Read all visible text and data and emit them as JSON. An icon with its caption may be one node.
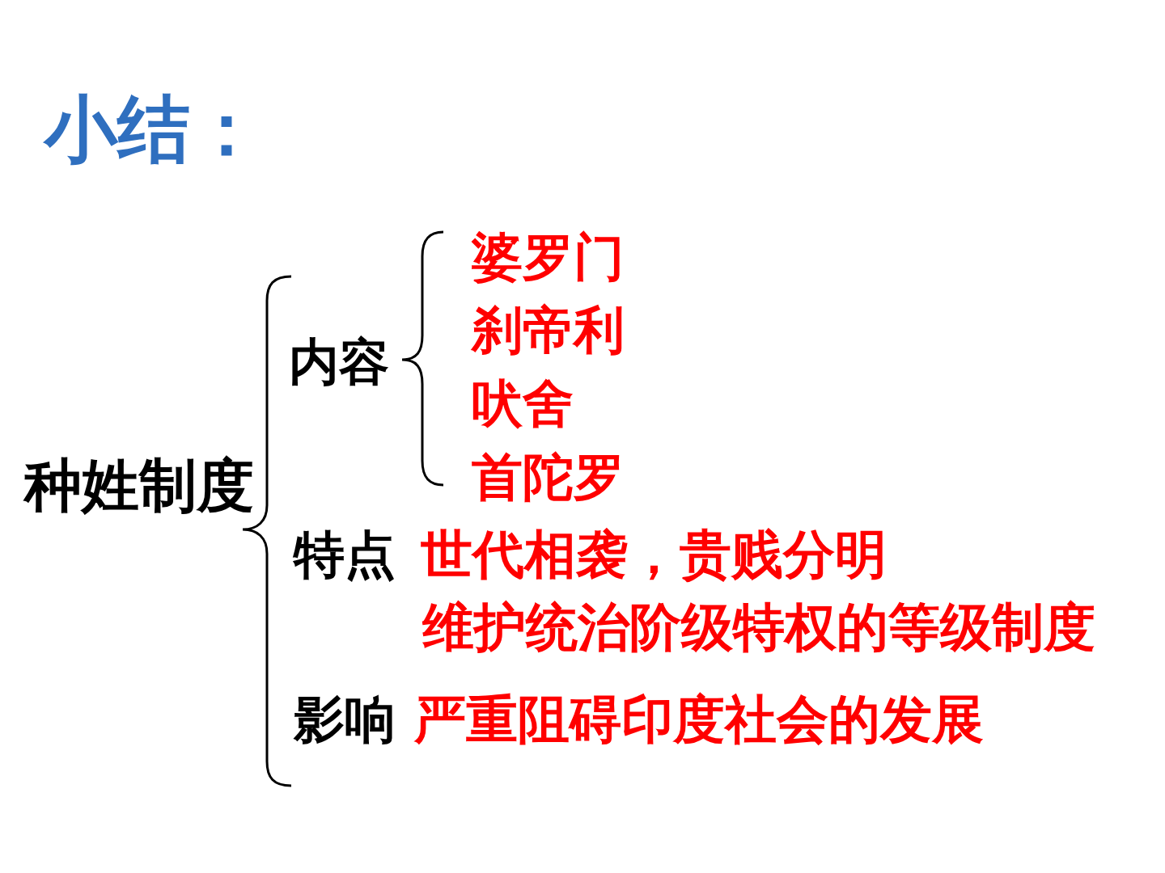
{
  "diagram": {
    "title": "小结：",
    "labels": [
      "种姓制度",
      "内容",
      "婆罗门",
      "刹帝利",
      "吠舍",
      "首陀罗",
      "特点",
      "世代相袭，贵贱分明",
      "维护统治阶级特权的等级制度",
      "影响",
      "严重阻碍印度社会的发展"
    ]
  }
}
